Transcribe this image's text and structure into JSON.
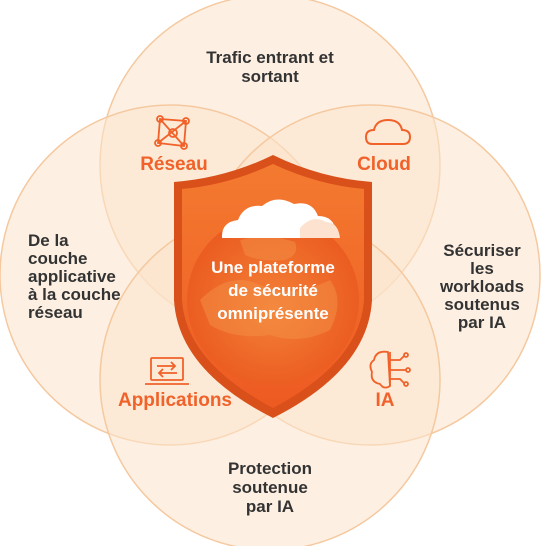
{
  "center": {
    "lines": [
      "Une plateforme",
      "de sécurité",
      "omniprésente"
    ]
  },
  "outer_labels": {
    "top": [
      "Trafic entrant et",
      "sortant"
    ],
    "left": [
      "De la",
      "couche",
      "applicative",
      "à la couche",
      "réseau"
    ],
    "right": [
      "Sécuriser",
      "les",
      "workloads",
      "soutenus",
      "par IA"
    ],
    "bottom": [
      "Protection",
      "soutenue",
      "par IA"
    ]
  },
  "segments": {
    "network": "Réseau",
    "cloud": "Cloud",
    "applications": "Applications",
    "ai": "IA"
  },
  "icons": {
    "network": "network-mesh-icon",
    "cloud": "cloud-outline-icon",
    "applications": "laptop-arrows-icon",
    "ai": "brain-circuit-icon",
    "center": "cloudflare-cloud-logo"
  },
  "colors": {
    "accent": "#f0622a",
    "circle_fill": "#fbe3cc",
    "circle_stroke": "#f5c9a0",
    "shield": "#f26a28",
    "text": "#333333"
  }
}
